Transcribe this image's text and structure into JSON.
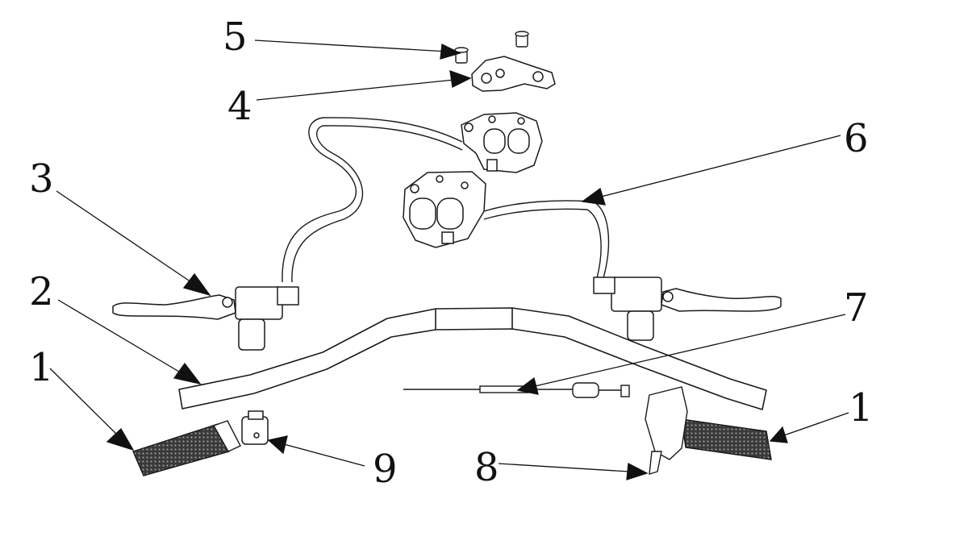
{
  "diagram": {
    "colors": {
      "line": "#1a1a1a",
      "fill": "#ffffff",
      "grip": "#2a2a2a"
    },
    "callouts": [
      {
        "id": "c5",
        "number": "5"
      },
      {
        "id": "c4",
        "number": "4"
      },
      {
        "id": "c6",
        "number": "6"
      },
      {
        "id": "c3",
        "number": "3"
      },
      {
        "id": "c2",
        "number": "2"
      },
      {
        "id": "c7",
        "number": "7"
      },
      {
        "id": "c1l",
        "number": "1"
      },
      {
        "id": "c1r",
        "number": "1"
      },
      {
        "id": "c9",
        "number": "9"
      },
      {
        "id": "c8",
        "number": "8"
      }
    ],
    "parts": [
      "handlebar",
      "left-grip",
      "right-throttle-grip",
      "left-brake-lever",
      "right-brake-lever",
      "brake-hose-left",
      "brake-hose-right",
      "upper-caliper",
      "lower-caliper",
      "mounting-bracket",
      "bolts",
      "throttle-cable",
      "left-switch-housing"
    ]
  }
}
